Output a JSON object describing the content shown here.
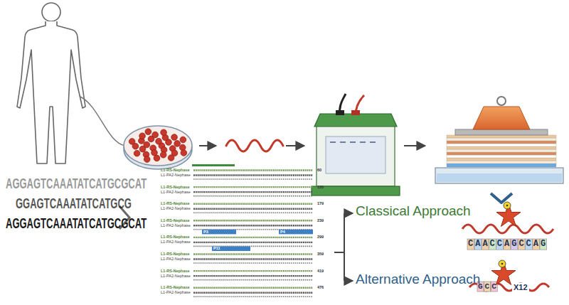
{
  "diagram": {
    "labels": [
      "AGGAGTCAAATATCATGCGCAT",
      "GGAGTCAAATATCATGCG",
      "AGGAGTCAAATATCATGCGCAT",
      "L1-RS-Nephase",
      "L1-PA2-Nephase",
      "60",
      "L1-RS-Nephase",
      "L1-PA2-Nephase",
      "120",
      "L1-RS-Nephase",
      "L1-PA2-Nephase",
      "179",
      "L1-RS-Nephase",
      "L1-PA2-Nephase",
      "239",
      "L1-RS-Nephase",
      "L1-PA2-Nephase",
      "299",
      "L1-RS-Nephase",
      "L1-PA2-Nephase",
      "359",
      "L1-RS-Nephase",
      "L1-PA2-Nephase",
      "419",
      "L1-RS-Nephase",
      "L1-PA2-Nephase",
      "476",
      "P3",
      "P4",
      "P11",
      "Classical Approach",
      "CAACCAGCCAG",
      "Alternative Approach",
      "GCC",
      "X12"
    ]
  }
}
